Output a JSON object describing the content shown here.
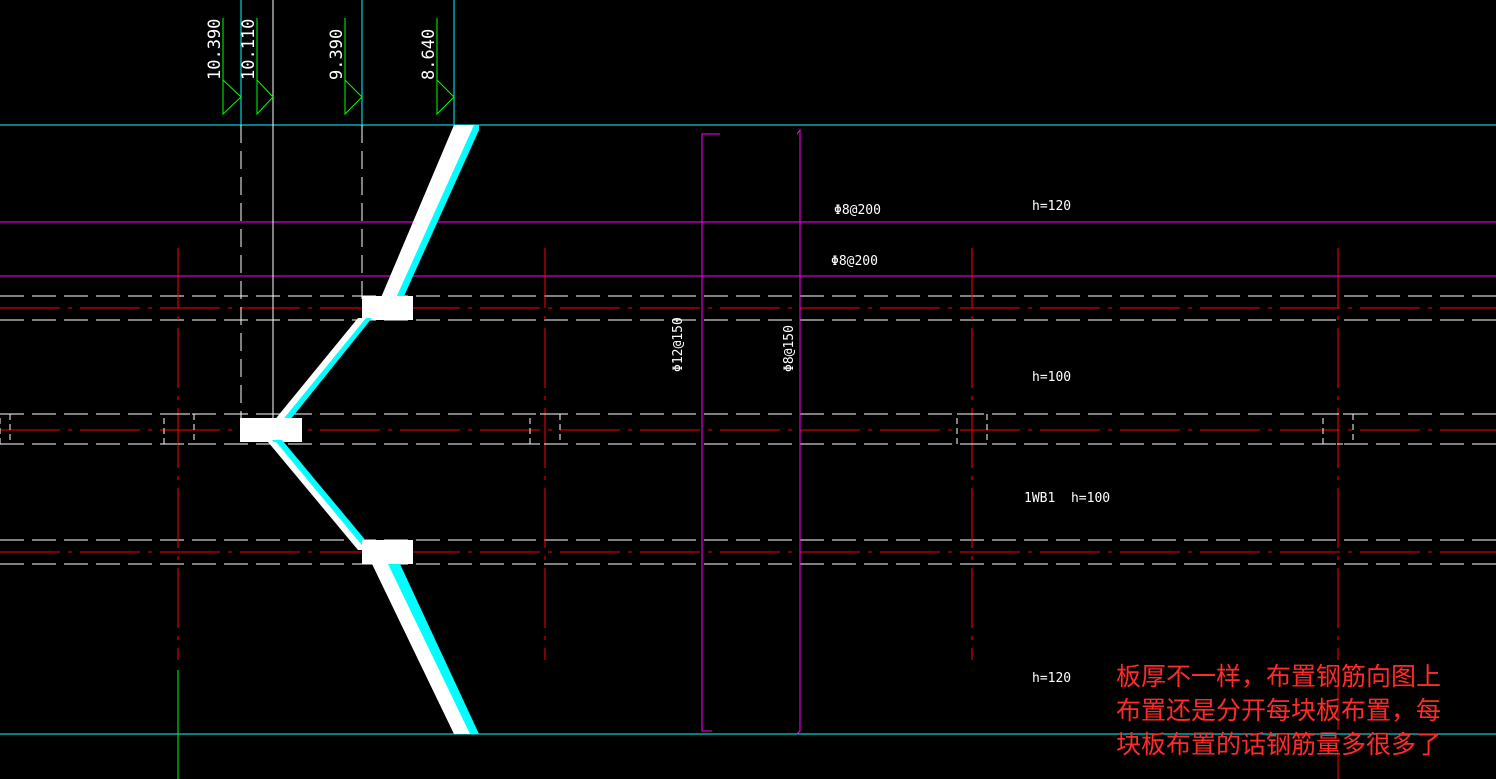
{
  "elevations": [
    "10.390",
    "10.110",
    "9.390",
    "8.640"
  ],
  "rebar_labels": {
    "top_1": "Φ8@200",
    "top_2": "Φ8@200",
    "vertical_1": "Φ12@150",
    "vertical_2": "Φ8@150"
  },
  "slab_labels": {
    "h1": "h=120",
    "h2": "h=100",
    "h3": "1WB1  h=100",
    "h4": "h=120"
  },
  "note": {
    "line1": "板厚不一样，布置钢筋向图上",
    "line2": "布置还是分开每块板布置，每",
    "line3": "块板布置的话钢筋量多很多了"
  },
  "colors": {
    "background": "#000000",
    "cyan": "#00ffff",
    "magenta": "#ff00ff",
    "red": "#ff0000",
    "green": "#00ff00",
    "white": "#ffffff",
    "note": "#ff2a2a"
  }
}
